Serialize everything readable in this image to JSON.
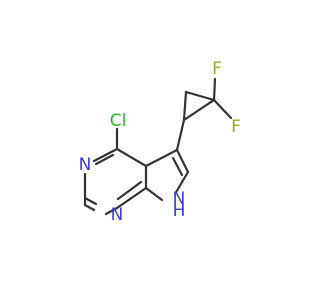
{
  "molecule": {
    "atoms": {
      "cl": {
        "label": "Cl",
        "color": "#22b822"
      },
      "n_top": {
        "label": "N",
        "color": "#3a3ae6"
      },
      "n_bottom": {
        "label": "N",
        "color": "#3a3ae6"
      },
      "nh": {
        "label": "N",
        "color": "#3a3ae6"
      },
      "nh_h": {
        "label": "H",
        "color": "#3a3ae6"
      },
      "f_top": {
        "label": "F",
        "color": "#9ea62a"
      },
      "f_right": {
        "label": "F",
        "color": "#9ea62a"
      }
    },
    "bond_color": "#333333"
  }
}
